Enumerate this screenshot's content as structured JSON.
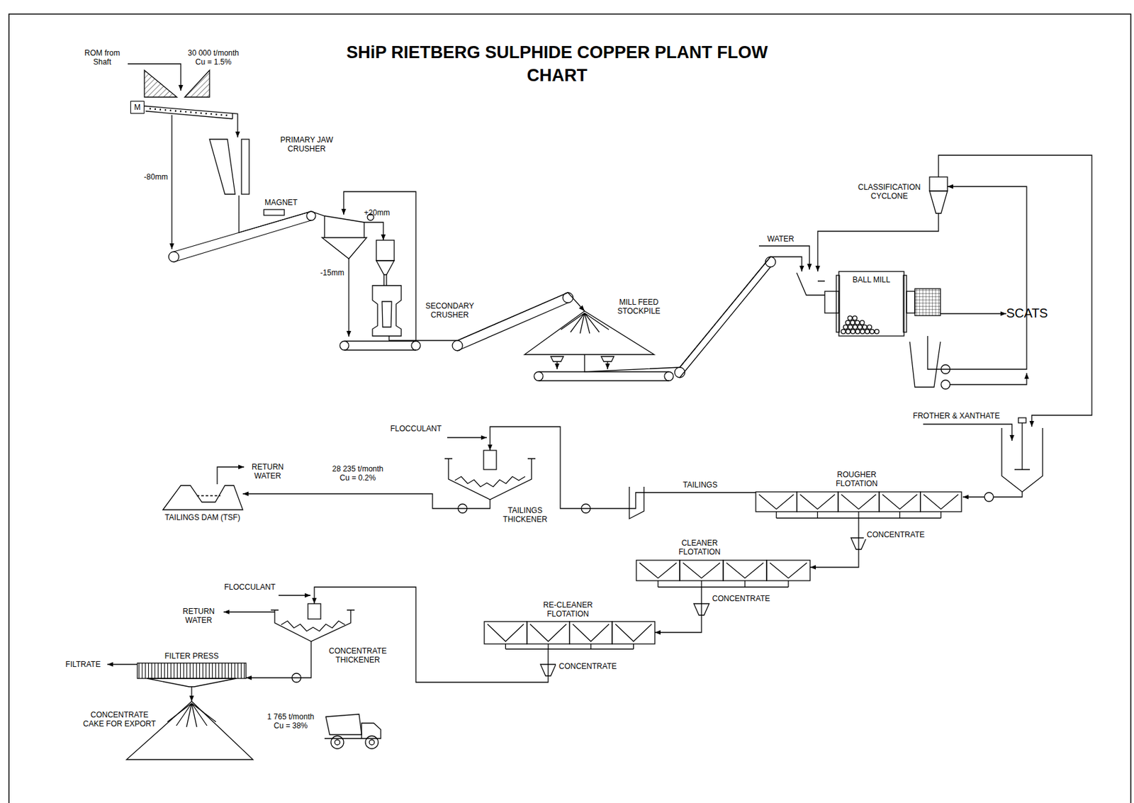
{
  "diagram": {
    "title": "SHiP RIETBERG SULPHIDE COPPER PLANT FLOW CHART",
    "nodes": [
      {
        "text": [
          "M"
        ]
      },
      {
        "text": [
          "PRIMARY JAW CRUSHER"
        ]
      },
      {
        "text": [
          "SECONDARY CRUSHER"
        ]
      },
      {
        "text": [
          "MILL FEED STOCKPILE"
        ]
      },
      {
        "text": [
          "BALL MILL"
        ]
      },
      {
        "text": [
          "SCATS"
        ]
      },
      {
        "text": [
          "CLASSIFICATION CYCLONE"
        ]
      },
      {
        "text": [
          "ROUGHER FLOTATION"
        ]
      },
      {
        "text": [
          "CLEANER FLOTATION"
        ]
      },
      {
        "text": [
          "RE-CLEANER FLOTATION"
        ]
      },
      {
        "text": [
          "TAILINGS THICKENER"
        ]
      },
      {
        "text": [
          "TAILINGS DAM (TSF)"
        ]
      },
      {
        "text": [
          "CONCENTRATE THICKENER"
        ]
      },
      {
        "text": [
          "FILTER PRESS"
        ]
      },
      {
        "text": [
          "CONCENTRATE CAKE FOR EXPORT"
        ]
      }
    ],
    "edges": [
      {
        "from": 0,
        "to": 1,
        "arrow": "to"
      },
      {
        "from": 1,
        "to": 2,
        "arrow": "to"
      },
      {
        "from": 2,
        "to": 3,
        "arrow": "to"
      },
      {
        "from": 3,
        "to": 4,
        "arrow": "to"
      },
      {
        "from": 4,
        "to": 5,
        "arrow": "to"
      },
      {
        "from": 4,
        "to": 6,
        "arrow": "to"
      },
      {
        "from": 6,
        "to": 4,
        "arrow": "to"
      },
      {
        "from": 6,
        "to": 7,
        "arrow": "to"
      },
      {
        "from": 7,
        "to": 10,
        "label": "TAILINGS",
        "arrow": "to"
      },
      {
        "from": 7,
        "to": 8,
        "label": "CONCENTRATE",
        "arrow": "to"
      },
      {
        "from": 8,
        "to": 9,
        "label": "CONCENTRATE",
        "arrow": "to"
      },
      {
        "from": 9,
        "to": 12,
        "label": "CONCENTRATE",
        "arrow": "to"
      },
      {
        "from": 10,
        "to": 11,
        "label": "28 235 t/month Cu = 0.2%",
        "arrow": "to"
      },
      {
        "from": 12,
        "to": 13,
        "arrow": "to"
      },
      {
        "from": 13,
        "to": 14,
        "arrow": "to"
      }
    ],
    "labels": [
      "ROM from Shaft",
      "30 000 t/month Cu = 1.5%",
      "-80mm",
      "MAGNET",
      "+20mm",
      "-15mm",
      "WATER",
      "FROTHER & XANTHATE",
      "FLOCCULANT",
      "RETURN WATER",
      "FLOCCULANT",
      "RETURN WATER",
      "FILTRATE",
      "1 765 t/month Cu = 38%"
    ]
  }
}
